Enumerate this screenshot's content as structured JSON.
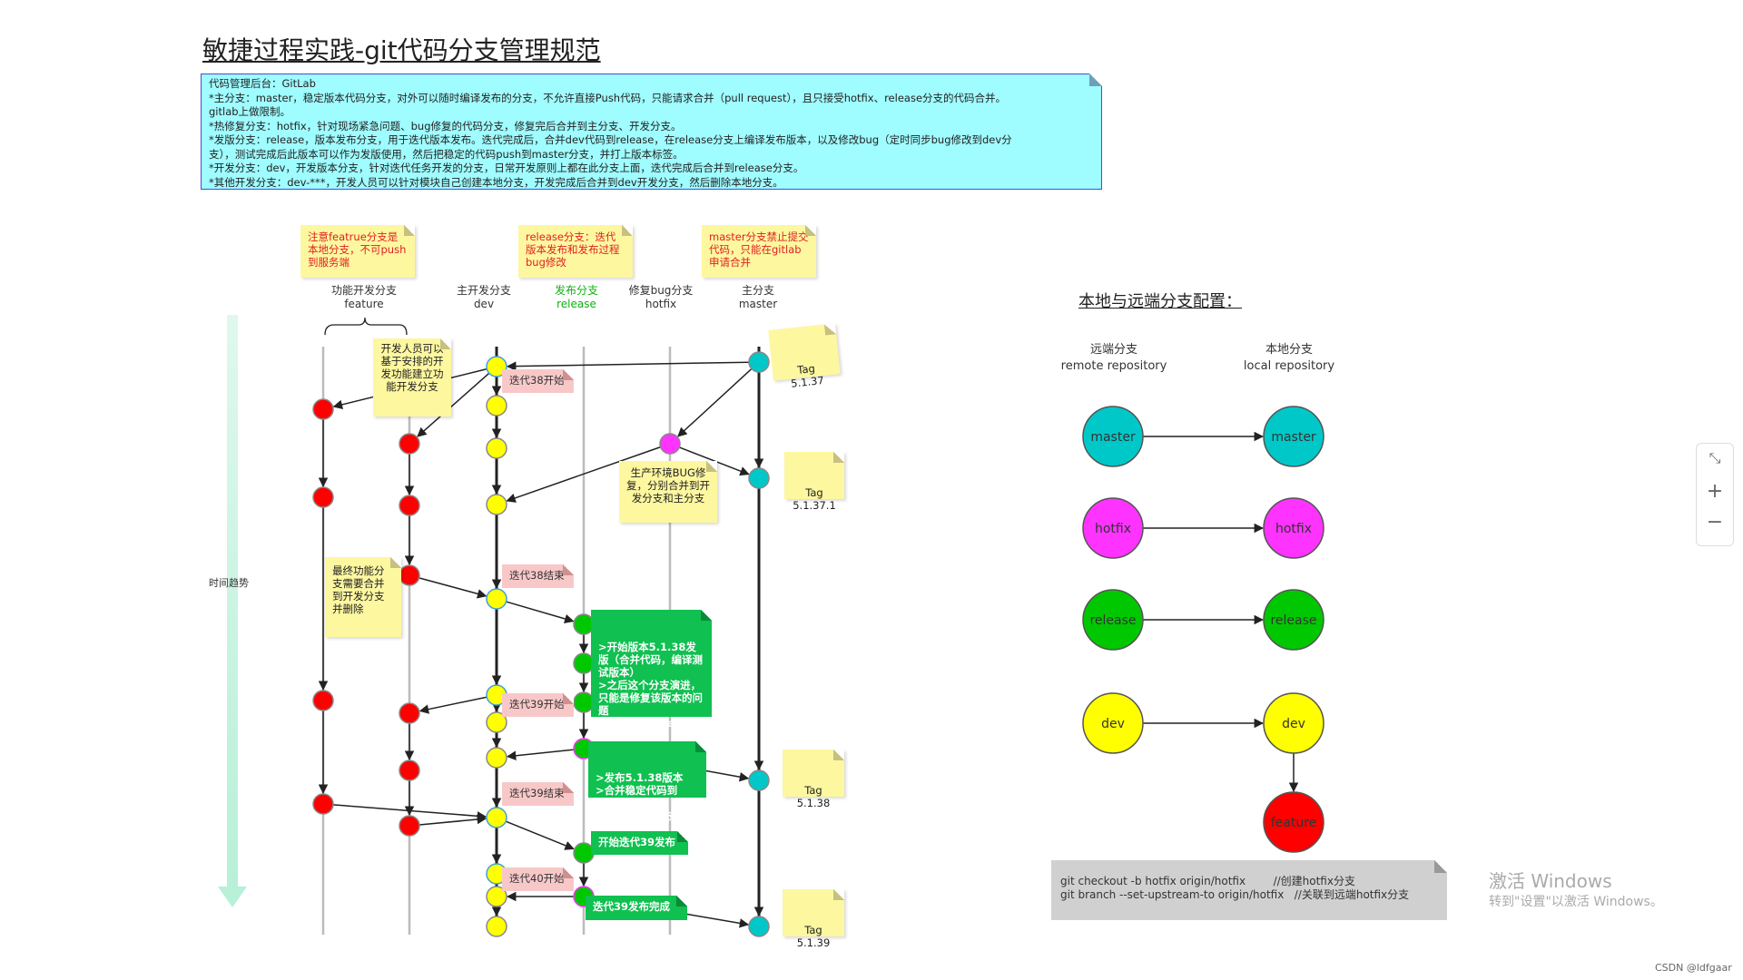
{
  "title": "敏捷过程实践-git代码分支管理规范",
  "info": [
    "代码管理后台：GitLab",
    "*主分支：master，稳定版本代码分支，对外可以随时编译发布的分支，不允许直接Push代码，只能请求合并（pull request），且只接受hotfix、release分支的代码合并。",
    "gitlab上做限制。",
    "*热修复分支：hotfix，针对现场紧急问题、bug修复的代码分支，修复完后合并到主分支、开发分支。",
    "*发版分支：release，版本发布分支，用于迭代版本发布。迭代完成后，合并dev代码到release，在release分支上编译发布版本，以及修改bug（定时同步bug修改到dev分",
    "支），测试完成后此版本可以作为发版使用，然后把稳定的代码push到master分支，并打上版本标签。",
    "*开发分支：dev，开发版本分支，针对迭代任务开发的分支，日常开发原则上都在此分支上面，迭代完成后合并到release分支。",
    "*其他开发分支：dev-***，开发人员可以针对模块自己创建本地分支，开发完成后合并到dev开发分支，然后删除本地分支。"
  ],
  "notes": {
    "feature_note": "注意featrue分支是本地分支，不可push到服务端",
    "release_note": "release分支：迭代版本发布和发布过程bug修改",
    "master_note": "master分支禁止提交代码，只能在gitlab申请合并",
    "dev_create": "开发人员可以基于安排的开发功能建立功能开发分支",
    "merge_delete": "最终功能分支需要合并到开发分支并删除",
    "hotfix_note": "生产环境BUG修复，分别合并到开发分支和主分支",
    "iter38_start": "迭代38开始",
    "iter38_end": "迭代38结束",
    "iter39_start": "迭代39开始",
    "iter39_end": "迭代39结束",
    "iter40_start": "迭代40开始",
    "release_1138": ">开始版本5.1.38发版（合并代码，编译测试版本）\n>之后这个分支演进，只能是修复该版本的问题\n>定期同步到dev分支",
    "release_1138b": ">发布5.1.38版本\n>合并稳定代码到master分支\n>同步到dev分支",
    "start39": "开始迭代39发布",
    "done39": "迭代39发布完成",
    "tag1": "Tag\n5.1.37",
    "tag2": "Tag\n5.1.37.1",
    "tag3": "Tag\n5.1.38",
    "tag4": "Tag\n5.1.39"
  },
  "branch_labels": {
    "feature": "功能开发分支\nfeature",
    "dev": "主开发分支\ndev",
    "release": "发布分支\nrelease",
    "hotfix": "修复bug分支\nhotfix",
    "master": "主分支\nmaster"
  },
  "time_label": "时间趋势",
  "config": {
    "title": "本地与远端分支配置：",
    "remote_header": "远端分支\nremote repository",
    "local_header": "本地分支\nlocal repository",
    "branches": [
      "master",
      "hotfix",
      "release",
      "dev"
    ],
    "feature": "feature",
    "commands": [
      "git checkout -b hotfix origin/hotfix        //创建hotfix分支",
      "git branch --set-upstream-to origin/hotfix   //关联到远端hotfix分支"
    ]
  },
  "watermark": {
    "line1": "激活 Windows",
    "line2": "转到\"设置\"以激活 Windows。"
  },
  "footer": "CSDN @ldfgaar",
  "colors": {
    "master": "#00c8c8",
    "hotfix": "#ff33ff",
    "release": "#00c800",
    "dev": "#ffff00",
    "feature": "#ff0000"
  },
  "zoom": {
    "expand": "⤡",
    "plus": "+",
    "minus": "−"
  }
}
